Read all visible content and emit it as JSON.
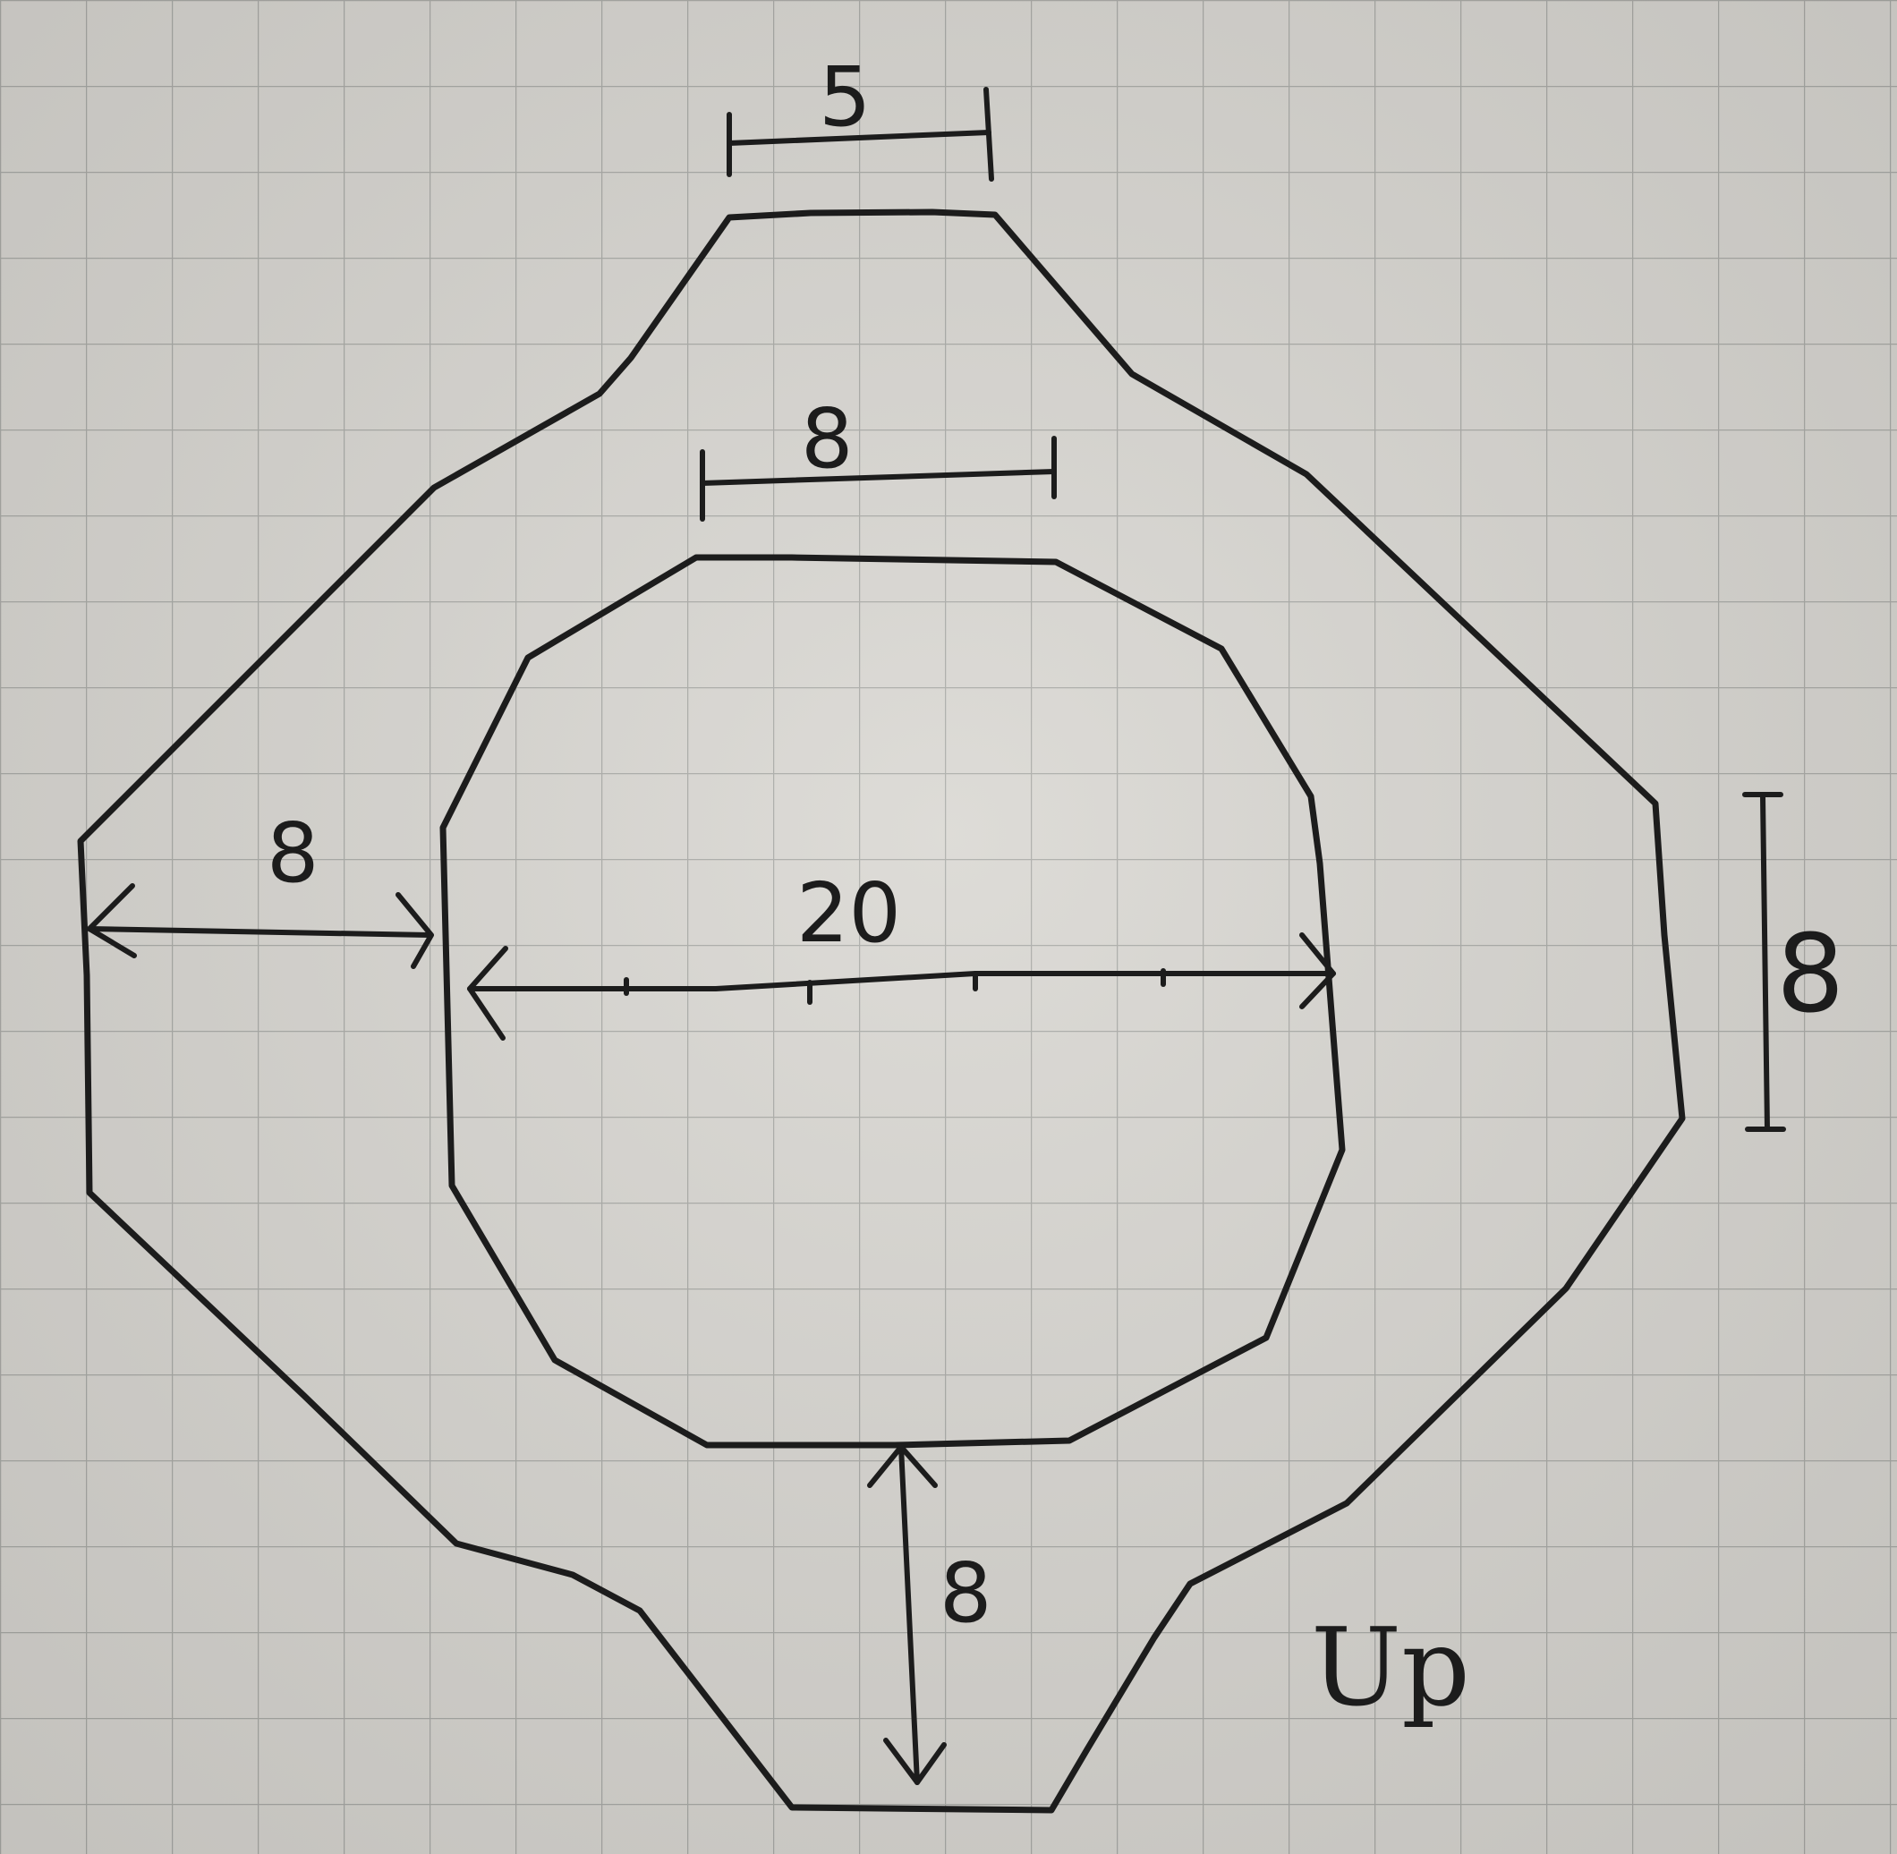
{
  "diagram": {
    "dimensions": {
      "top_width": "5",
      "inner_top_width": "8",
      "left_thickness": "8",
      "inner_width": "20",
      "right_height": "8",
      "bottom_thickness": "8"
    },
    "note": "Up"
  },
  "colors": {
    "paper": "#d9d7d2",
    "grid": "#a9aaa6",
    "ink": "#1c1c1c"
  }
}
